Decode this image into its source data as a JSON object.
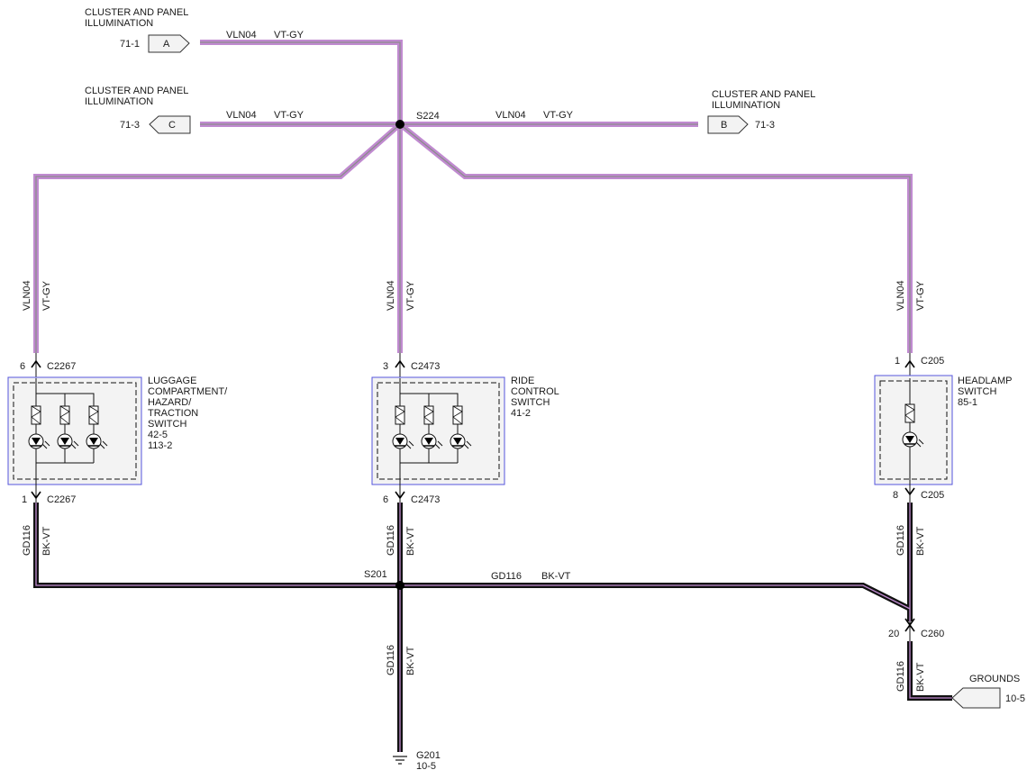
{
  "colors": {
    "violet": "#c08ad0",
    "gray": "#8c8c8c",
    "black": "#111111",
    "box_border": "#5555dd",
    "box_fill": "#f3f3f3"
  },
  "connectors": {
    "a": {
      "title_line1": "CLUSTER AND PANEL",
      "title_line2": "ILLUMINATION",
      "ref": "71-1",
      "letter": "A"
    },
    "c": {
      "title_line1": "CLUSTER AND PANEL",
      "title_line2": "ILLUMINATION",
      "ref": "71-3",
      "letter": "C"
    },
    "b": {
      "title_line1": "CLUSTER AND PANEL",
      "title_line2": "ILLUMINATION",
      "ref": "71-3",
      "letter": "B"
    }
  },
  "wires": {
    "vln_circuit": "VLN04",
    "vln_color": "VT-GY",
    "gd_circuit": "GD116",
    "gd_color": "BK-VT"
  },
  "splices": {
    "s224": "S224",
    "s201": "S201"
  },
  "components": {
    "luggage": {
      "line1": "LUGGAGE",
      "line2": "COMPARTMENT/",
      "line3": "HAZARD/",
      "line4": "TRACTION",
      "line5": "SWITCH",
      "line6": "42-5",
      "line7": "113-2",
      "top_pin": "6",
      "top_conn": "C2267",
      "bot_pin": "1",
      "bot_conn": "C2267"
    },
    "ride": {
      "line1": "RIDE",
      "line2": "CONTROL",
      "line3": "SWITCH",
      "line4": "41-2",
      "top_pin": "3",
      "top_conn": "C2473",
      "bot_pin": "6",
      "bot_conn": "C2473"
    },
    "headlamp": {
      "line1": "HEADLAMP",
      "line2": "SWITCH",
      "line3": "85-1",
      "top_pin": "1",
      "top_conn": "C205",
      "bot_pin": "8",
      "bot_conn": "C205"
    }
  },
  "c260": {
    "pin": "20",
    "conn": "C260"
  },
  "grounds": {
    "label": "GROUNDS",
    "ref": "10-5"
  },
  "g201": {
    "label": "G201",
    "ref": "10-5"
  }
}
